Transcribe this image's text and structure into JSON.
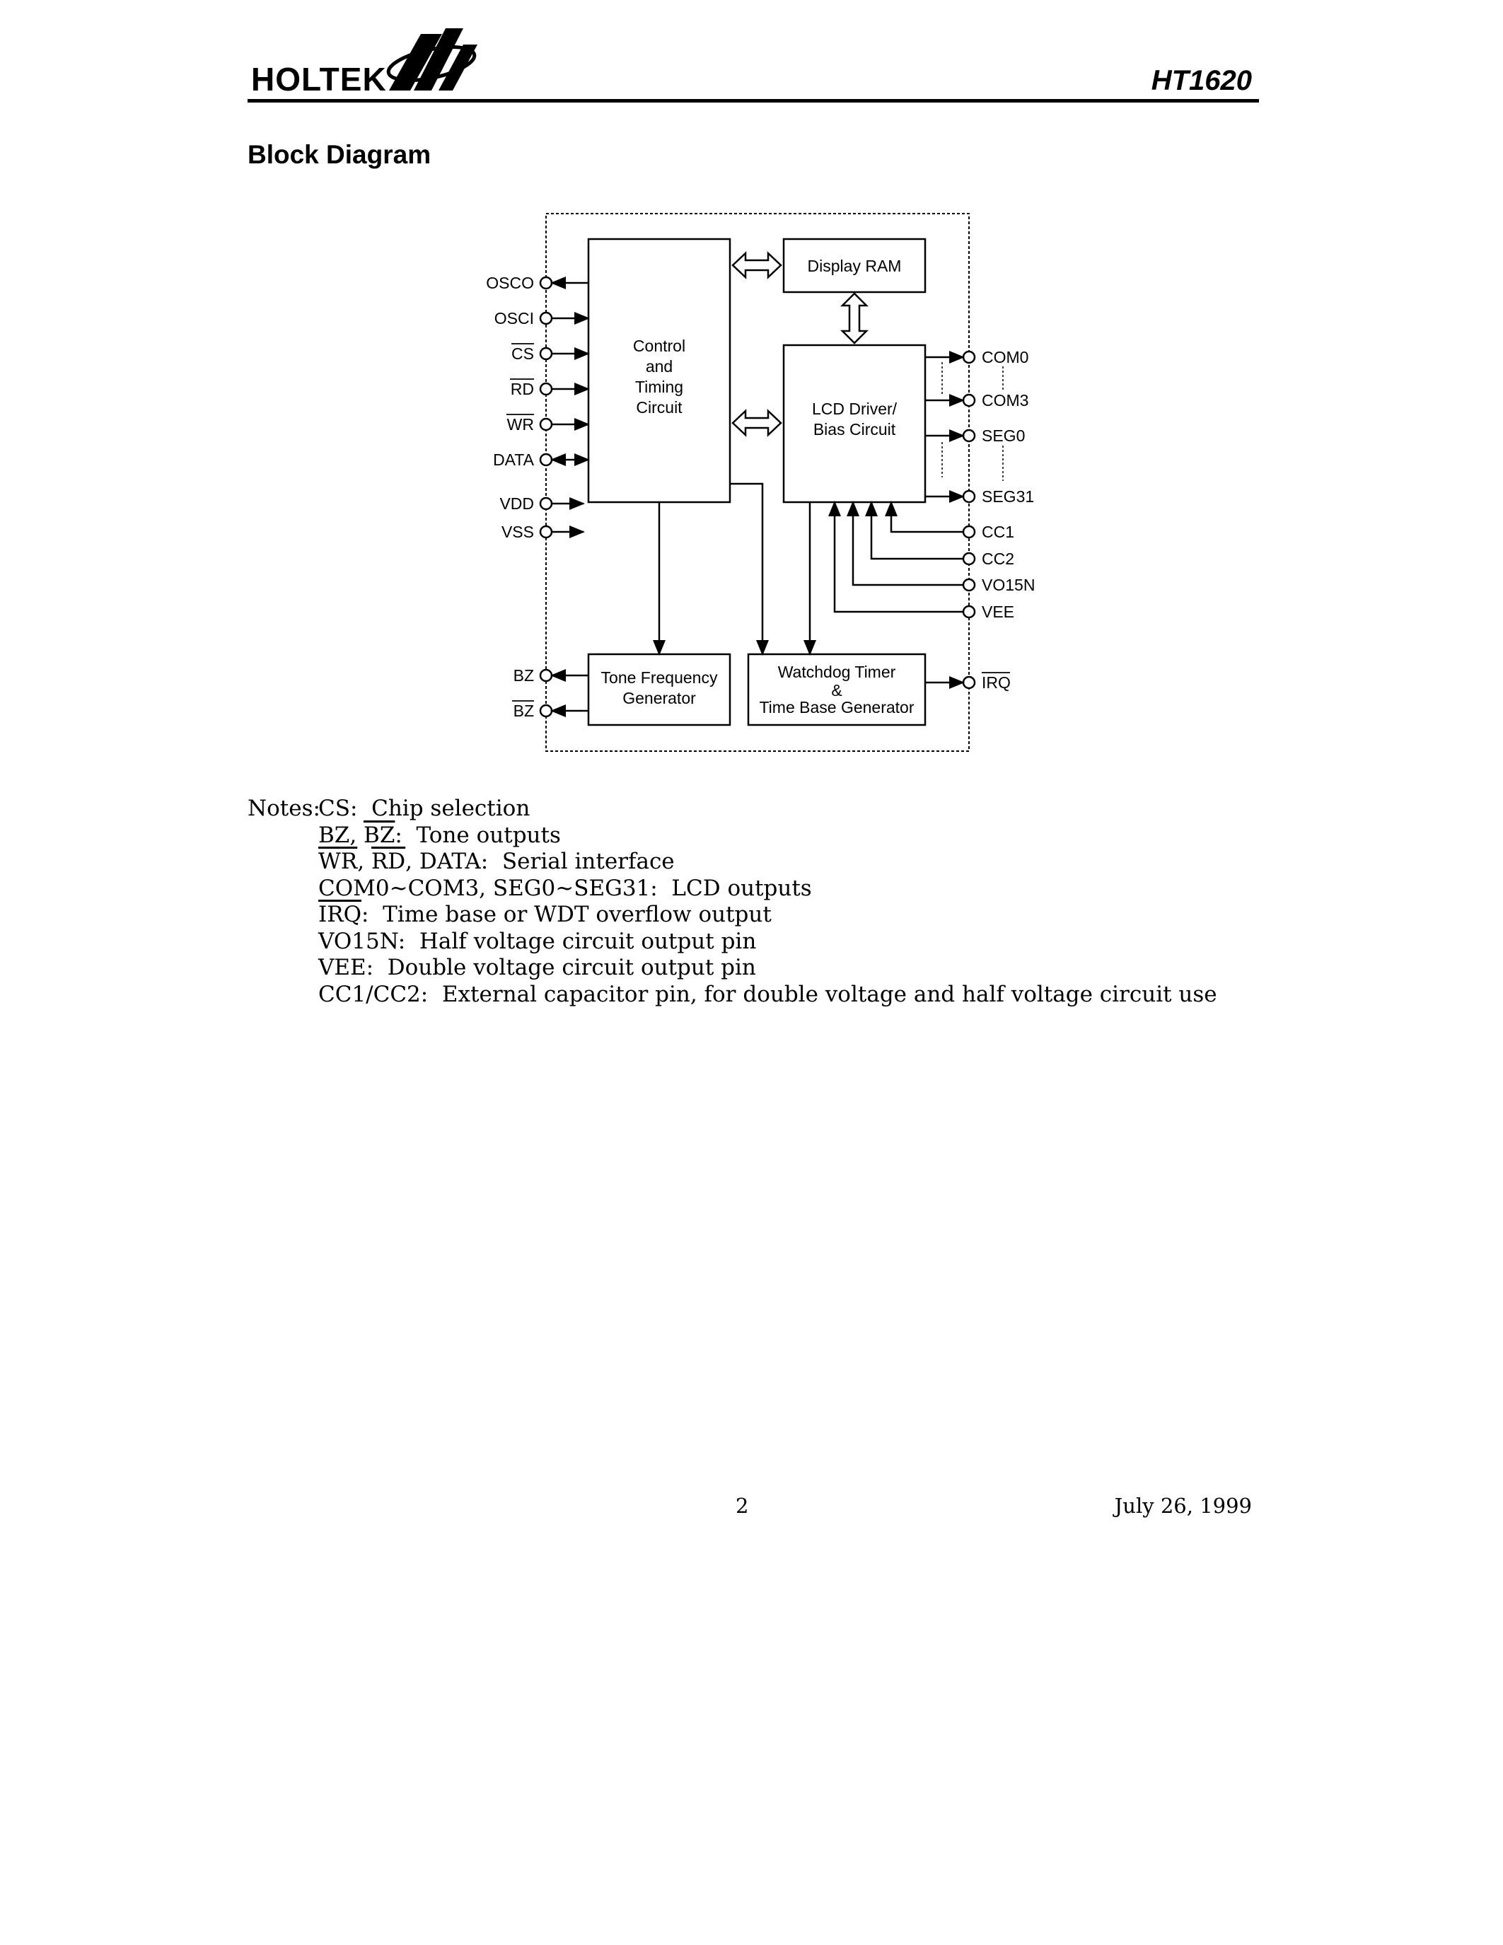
{
  "header": {
    "logo_text": "HOLTEK",
    "doc_id": "HT1620"
  },
  "section_title": "Block Diagram",
  "diagram": {
    "blocks": {
      "control": [
        "Control",
        "and",
        "Timing",
        "Circuit"
      ],
      "display_ram": "Display RAM",
      "lcd_driver": [
        "LCD Driver/",
        "Bias Circuit"
      ],
      "tone": [
        "Tone Frequency",
        "Generator"
      ],
      "watchdog": [
        "Watchdog Timer",
        "&",
        "Time Base Generator"
      ]
    },
    "left_pins": {
      "osco": "OSCO",
      "osci": "OSCI",
      "cs": "CS",
      "rd": "RD",
      "wr": "WR",
      "data": "DATA",
      "vdd": "VDD",
      "vss": "VSS",
      "bz": "BZ",
      "bz_bar": "BZ"
    },
    "right_pins": {
      "com0": "COM0",
      "com3": "COM3",
      "seg0": "SEG0",
      "seg31": "SEG31",
      "cc1": "CC1",
      "cc2": "CC2",
      "vo15n": "VO15N",
      "vee": "VEE",
      "irq": "IRQ"
    }
  },
  "notes": {
    "label": "Notes:",
    "n1": {
      "pre": "CS:",
      "text": "  Chip selection"
    },
    "n2": {
      "a": "BZ",
      "sep": ", ",
      "b": "BZ",
      "text": ":  Tone outputs"
    },
    "n3": {
      "a": "WR",
      "sep": ", ",
      "b": "RD",
      "text": ", DATA:  Serial interface"
    },
    "n4": {
      "text": "COM0~COM3, SEG0~SEG31:  LCD outputs"
    },
    "n5": {
      "a": "IRQ",
      "text": ":  Time base or WDT overflow output"
    },
    "n6": {
      "text": "VO15N:  Half voltage circuit output pin"
    },
    "n7": {
      "text": "VEE:  Double voltage circuit output pin"
    },
    "n8": {
      "text": "CC1/CC2:  External capacitor pin, for double voltage and half voltage circuit use"
    }
  },
  "footer": {
    "page_number": "2",
    "date": "July 26, 1999"
  }
}
